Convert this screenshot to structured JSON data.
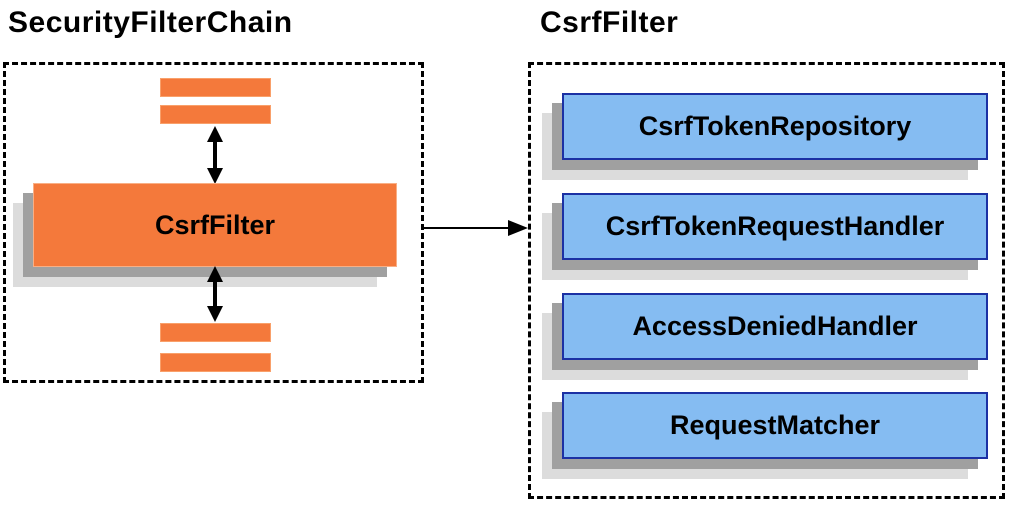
{
  "left_diagram": {
    "title": "SecurityFilterChain",
    "filter_label": "CsrfFilter"
  },
  "right_diagram": {
    "title": "CsrfFilter",
    "components": [
      "CsrfTokenRepository",
      "CsrfTokenRequestHandler",
      "AccessDeniedHandler",
      "RequestMatcher"
    ]
  },
  "colors": {
    "orange_fill": "#F4793B",
    "orange_border": "#F9A06A",
    "blue_fill": "#85BCF2",
    "blue_border": "#1C31A4",
    "shadow_dark": "#A0A0A0",
    "shadow_light": "#DCDCDC",
    "arrow": "#000000",
    "dashed_border": "#000000"
  }
}
